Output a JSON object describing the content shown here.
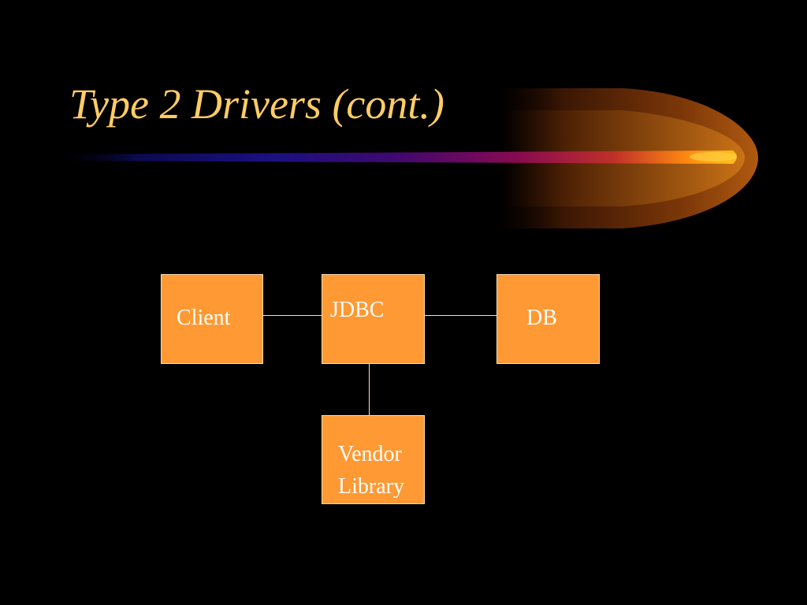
{
  "slide": {
    "title": "Type 2 Drivers (cont.)",
    "title_color": "#FFCC66",
    "background_color": "#000000",
    "box_color": "#FF9933",
    "box_text_color": "#FFFFFF"
  },
  "diagram": {
    "nodes": {
      "client": {
        "label": "Client"
      },
      "jdbc": {
        "label": "JDBC"
      },
      "db": {
        "label": "DB"
      },
      "vendor_library": {
        "label_lines": [
          "Vendor",
          "Library"
        ]
      }
    },
    "edges": [
      {
        "from": "client",
        "to": "jdbc"
      },
      {
        "from": "jdbc",
        "to": "db"
      },
      {
        "from": "jdbc",
        "to": "vendor_library"
      }
    ]
  }
}
